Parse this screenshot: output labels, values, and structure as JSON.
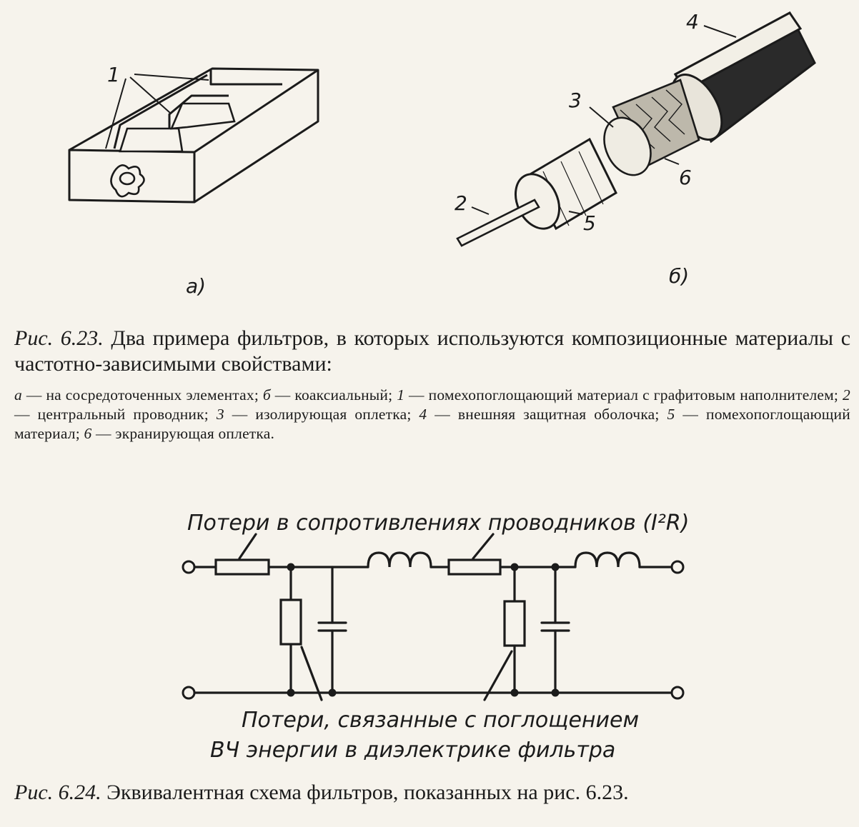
{
  "fig623": {
    "panel_a": {
      "label": "а)",
      "callout": "1"
    },
    "panel_b": {
      "label": "б)",
      "callouts": [
        "2",
        "3",
        "4",
        "5",
        "6"
      ]
    },
    "caption": {
      "number": "Рис. 6.23.",
      "text": "Два примера фильтров, в которых используются композиционные материалы с частотно-зависимыми свойствами:"
    },
    "legend": [
      {
        "key": "а",
        "text": "на сосредоточенных элементах;"
      },
      {
        "key": "б",
        "text": "коаксиальный;"
      },
      {
        "key": "1",
        "text": "помехопоглощающий материал с графитовым наполнителем;"
      },
      {
        "key": "2",
        "text": "центральный проводник;"
      },
      {
        "key": "3",
        "text": "изолирующая оплетка;"
      },
      {
        "key": "4",
        "text": "внешняя защитная оболочка;"
      },
      {
        "key": "5",
        "text": "помехопоглощающий материал;"
      },
      {
        "key": "6",
        "text": "экранирующая оплетка."
      }
    ]
  },
  "fig624": {
    "top_annotation": "Потери в сопротивлениях проводников (I²R)",
    "bottom_annotation_line1": "Потери, связанные с поглощением",
    "bottom_annotation_line2": "ВЧ энергии в диэлектрике фильтра",
    "caption": {
      "number": "Рис. 6.24.",
      "text": "Эквивалентная схема фильтров, показанных на рис. 6.23."
    }
  }
}
